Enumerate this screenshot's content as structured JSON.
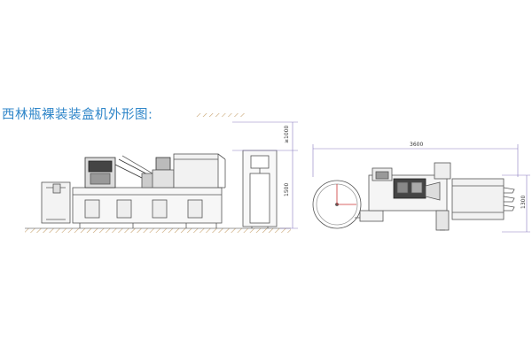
{
  "title": "西林瓶裸装装盒机外形图:",
  "dimensions": {
    "clearance_height": "≥1000",
    "height": "1500",
    "length": "3600",
    "width": "1300"
  },
  "colors": {
    "title": "#2f86c9",
    "line": "#555555",
    "dimension_line": "#8a7bc0",
    "floor_hatch": "#c8a472"
  }
}
